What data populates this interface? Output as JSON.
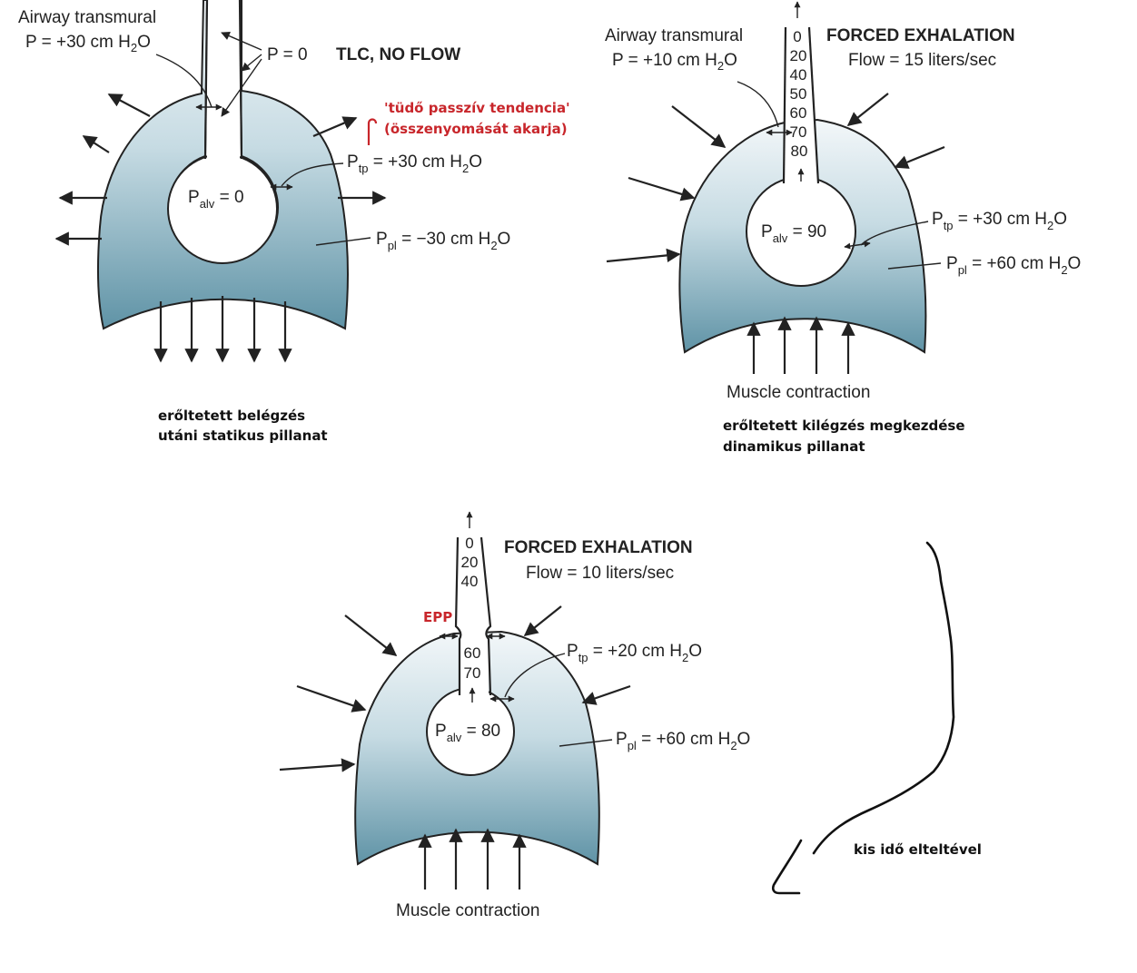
{
  "colors": {
    "lung_top": "#f3f7f9",
    "lung_bottom": "#5f93a6",
    "annotation_red": "#c8262b"
  },
  "panel_tlc": {
    "airway_label_1": "Airway transmural",
    "airway_label_2": "P = +30 cm H",
    "airway_label_2_sub": "2",
    "airway_label_2_tail": "O",
    "p_zero": "P = 0",
    "title": "TLC, NO FLOW",
    "red_note_1": "'tüdő passzív tendencia'",
    "red_note_2": "(összenyomását akarja)",
    "ptp_main": "P",
    "ptp_sub": "tp",
    "ptp_value": " = +30 cm H",
    "ptp_h2": "2",
    "ptp_tail": "O",
    "palv_main": "P",
    "palv_sub": "alv",
    "palv_value": " = 0",
    "ppl_main": "P",
    "ppl_sub": "pl",
    "ppl_value": " = −30 cm H",
    "ppl_h2": "2",
    "ppl_tail": "O",
    "caption_1": "erőltetett belégzés",
    "caption_2": "utáni statikus pillanat"
  },
  "panel_fe15": {
    "airway_label_1": "Airway transmural",
    "airway_label_2": "P = +10 cm H",
    "airway_label_2_sub": "2",
    "airway_label_2_tail": "O",
    "title": "FORCED EXHALATION",
    "flow": "Flow = 15 liters/sec",
    "column": [
      "0",
      "20",
      "40",
      "50",
      "60",
      "70",
      "80"
    ],
    "ptp_main": "P",
    "ptp_sub": "tp",
    "ptp_value": " = +30 cm H",
    "ptp_h2": "2",
    "ptp_tail": "O",
    "palv_main": "P",
    "palv_sub": "alv",
    "palv_value": " = 90",
    "ppl_main": "P",
    "ppl_sub": "pl",
    "ppl_value": " = +60 cm H",
    "ppl_h2": "2",
    "ppl_tail": "O",
    "muscle": "Muscle contraction",
    "caption_1": "erőltetett kilégzés megkezdése",
    "caption_2": "dinamikus pillanat"
  },
  "panel_fe10": {
    "title": "FORCED EXHALATION",
    "flow": "Flow = 10 liters/sec",
    "column_top": [
      "0",
      "20",
      "40"
    ],
    "column_bottom": [
      "60",
      "70"
    ],
    "epp": "EPP",
    "ptp_main": "P",
    "ptp_sub": "tp",
    "ptp_value": " = +20 cm H",
    "ptp_h2": "2",
    "ptp_tail": "O",
    "palv_main": "P",
    "palv_sub": "alv",
    "palv_value": " = 80",
    "ppl_main": "P",
    "ppl_sub": "pl",
    "ppl_value": " = +60 cm H",
    "ppl_h2": "2",
    "ppl_tail": "O",
    "muscle": "Muscle contraction"
  },
  "time_note": "kis idő elteltével"
}
